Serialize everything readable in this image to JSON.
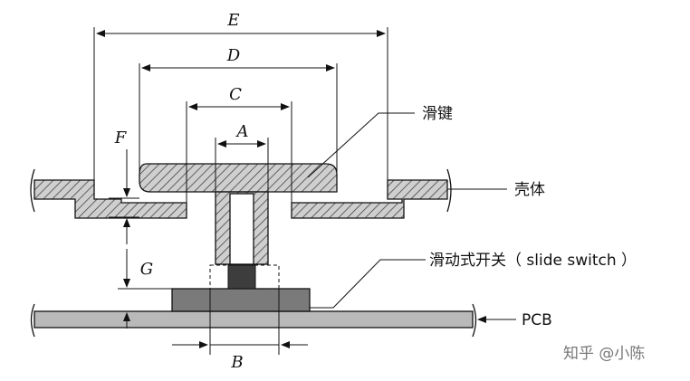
{
  "dimensions": {
    "E": "E",
    "D": "D",
    "C": "C",
    "A": "A",
    "F": "F",
    "G": "G",
    "B": "B"
  },
  "labels": {
    "slider": "滑键",
    "housing": "壳体",
    "switch": "滑动式开关（ slide switch ）",
    "pcb": "PCB"
  },
  "watermark": "知乎 @小陈"
}
